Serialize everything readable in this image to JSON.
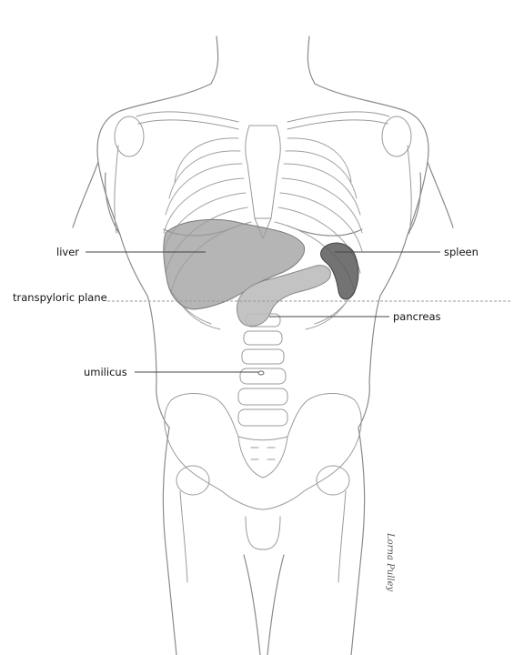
{
  "diagram": {
    "labels": {
      "liver": "liver",
      "spleen": "spleen",
      "transpyloric_plane": "transpyloric plane",
      "pancreas": "pancreas",
      "umbilicus": "umilicus"
    },
    "signature": "Lorna Pulley",
    "colors": {
      "outline": "#8a8a8a",
      "bone": "#9a9a9a",
      "liver_fill": "#9c9c9c",
      "spleen_fill": "#5a5a5a",
      "pancreas_fill": "#bdbdbd",
      "leader_line": "#444444",
      "plane_line": "#999999"
    }
  }
}
